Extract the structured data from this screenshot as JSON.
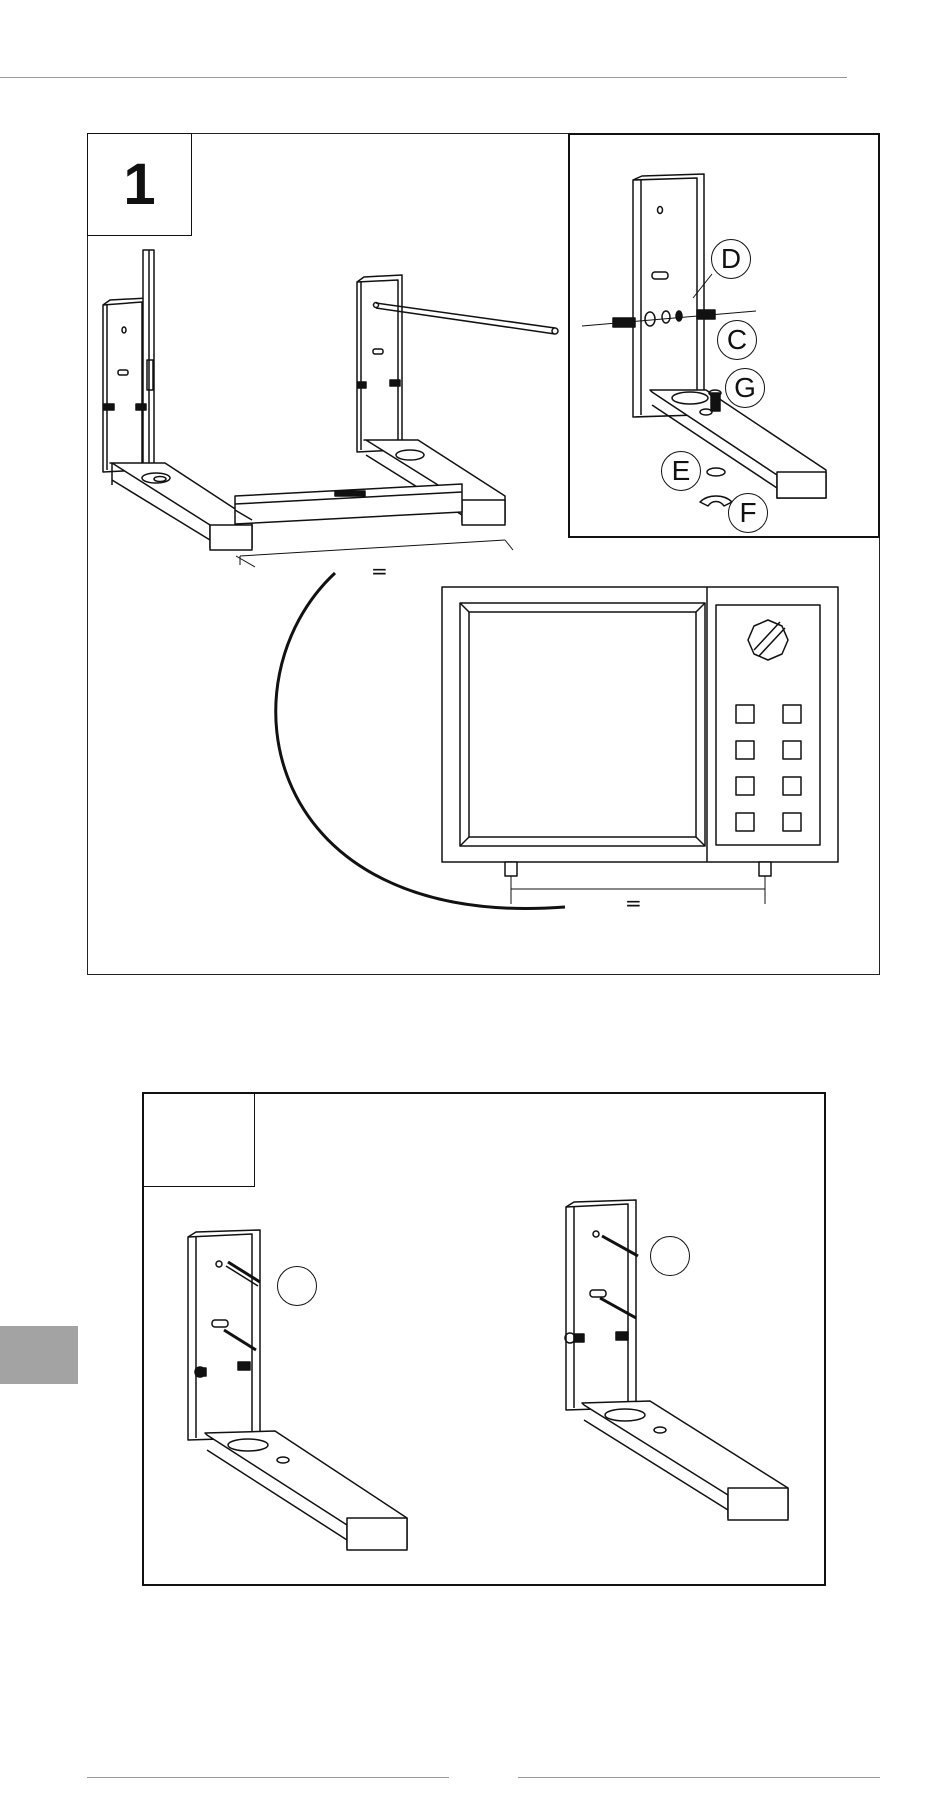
{
  "figure_1": {
    "step_number": "1",
    "callouts": {
      "d": "D",
      "c": "C",
      "g": "G",
      "e": "E",
      "f": "F"
    },
    "equal_top": "=",
    "equal_bottom": "="
  },
  "figure_2": {
    "step_number": "",
    "callout_left": "",
    "callout_right": ""
  },
  "colors": {
    "line": "#111111",
    "side_tab": "#a3a3a3",
    "rule": "#999999"
  }
}
